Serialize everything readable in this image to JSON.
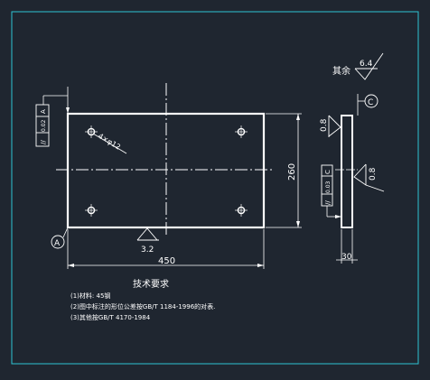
{
  "drawing": {
    "surface_finish_note": "其余",
    "surface_finish_general": "6.4",
    "roughness_face": "3.2",
    "roughness_side": "0.8",
    "roughness_edge": "0.8",
    "datum_a": "A",
    "datum_c": "C",
    "hole_callout": "4×φ12",
    "dim_length": "450",
    "dim_width": "260",
    "dim_thickness": "30",
    "tol_left_symbol": "//",
    "tol_left_value": "0.02",
    "tol_left_datum": "A",
    "tol_right_symbol": "//",
    "tol_right_value": "0.03",
    "tol_right_datum": "C",
    "notes_title": "技术要求",
    "notes": [
      "(1)材料: 45钢",
      "(2)图中标注的形位公差按GB/T 1184-1996的对表.",
      "(3)其他按GB/T 4170-1984"
    ]
  },
  "colors": {
    "background": "#1f2630",
    "frame": "#2ec4d4",
    "line": "#ffffff"
  }
}
